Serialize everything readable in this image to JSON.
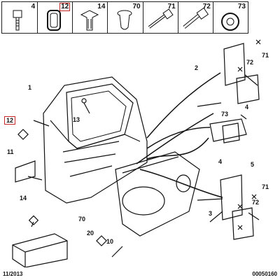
{
  "strip": {
    "cells": [
      {
        "num": "4",
        "icon": "screw-icon"
      },
      {
        "num": "12",
        "icon": "grommet-icon"
      },
      {
        "num": "14",
        "icon": "clip-icon"
      },
      {
        "num": "70",
        "icon": "plug-icon"
      },
      {
        "num": "71",
        "icon": "screw-icon"
      },
      {
        "num": "72",
        "icon": "screw-icon"
      },
      {
        "num": "73",
        "icon": "washer-icon"
      }
    ]
  },
  "callouts": {
    "c1": "1",
    "c2": "2",
    "c3": "3",
    "c4a": "4",
    "c4b": "4",
    "c5": "5",
    "c10": "10",
    "c11": "11",
    "c12": "12",
    "c13": "13",
    "c14": "14",
    "c20": "20",
    "c70": "70",
    "c71a": "71",
    "c71b": "71",
    "c72a": "72",
    "c72b": "72",
    "c73": "73"
  },
  "colors": {
    "highlight": "#c62828",
    "line": "#111111"
  },
  "footer": {
    "date": "11/2013",
    "code": "00050160"
  }
}
